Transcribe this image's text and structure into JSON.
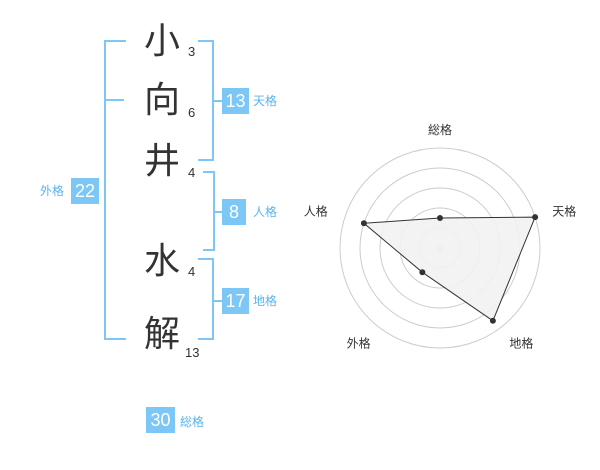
{
  "name": {
    "chars": [
      {
        "char": "小",
        "strokes": "3"
      },
      {
        "char": "向",
        "strokes": "6"
      },
      {
        "char": "井",
        "strokes": "4"
      },
      {
        "char": "水",
        "strokes": "4"
      },
      {
        "char": "解",
        "strokes": "13"
      }
    ]
  },
  "fortunes": {
    "tenkaku": {
      "value": "13",
      "label": "天格"
    },
    "jinkaku": {
      "value": "8",
      "label": "人格"
    },
    "chikaku": {
      "value": "17",
      "label": "地格"
    },
    "gaikaku": {
      "value": "22",
      "label": "外格"
    },
    "soukaku": {
      "value": "30",
      "label": "総格"
    }
  },
  "colors": {
    "accent": "#7cc7f5",
    "text": "#333333"
  },
  "chart_data": {
    "type": "radar",
    "axes": [
      "総格",
      "天格",
      "地格",
      "外格",
      "人格"
    ],
    "values": [
      0.3,
      1.0,
      0.9,
      0.3,
      0.8
    ],
    "range": [
      0,
      1
    ]
  }
}
